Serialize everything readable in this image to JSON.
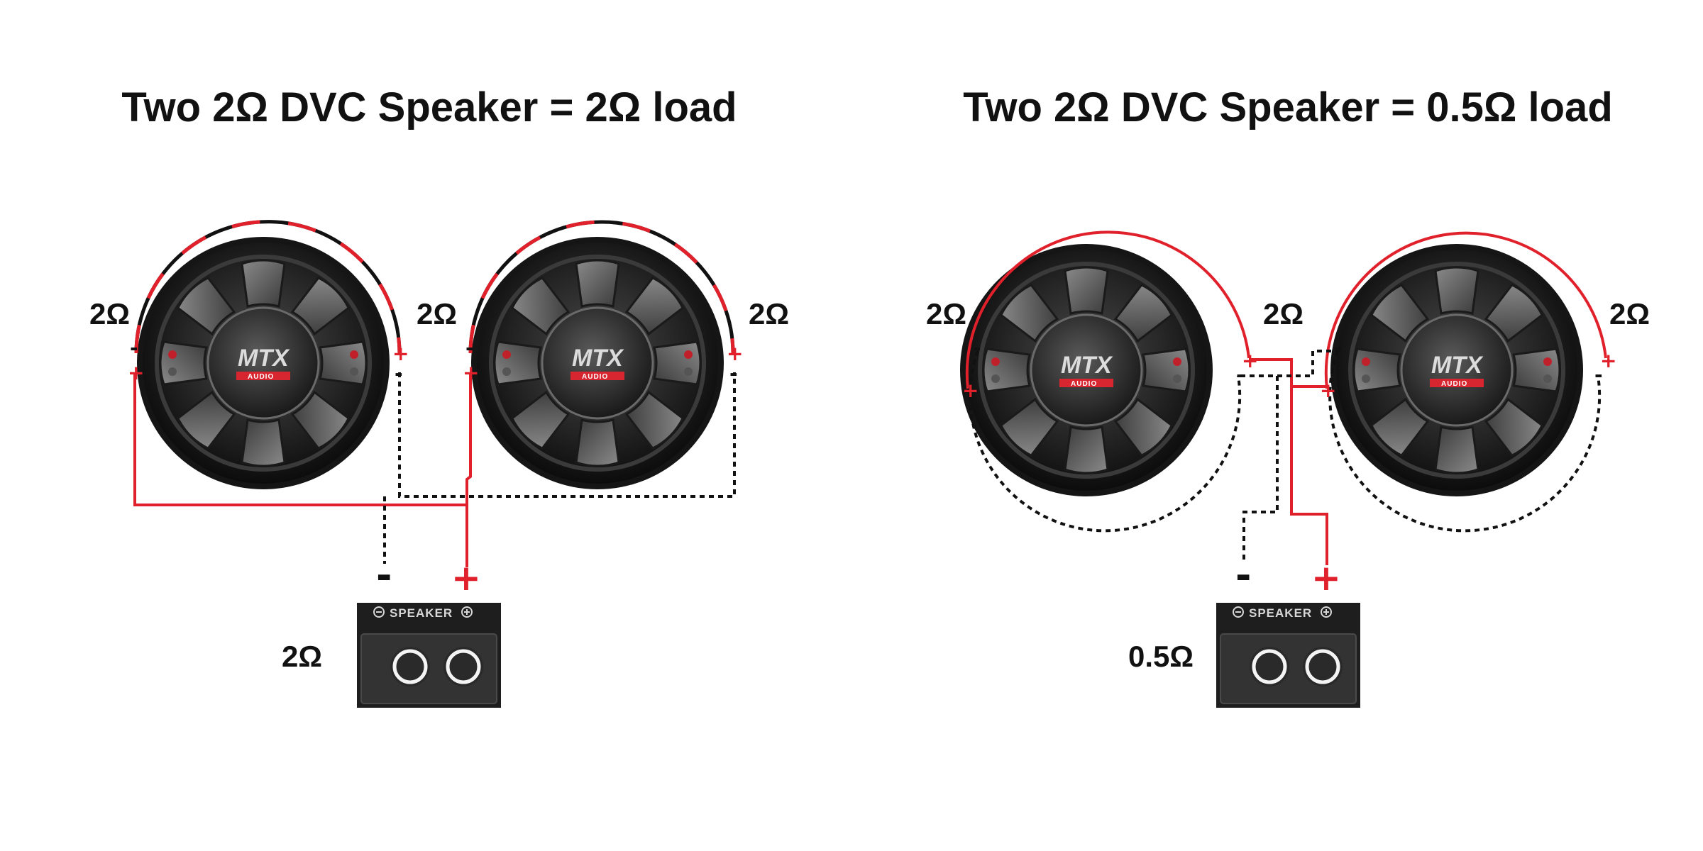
{
  "diagrams": [
    {
      "title": "Two 2Ω DVC Speaker = 2Ω load",
      "coil_labels": [
        "2Ω",
        "2Ω",
        "2Ω"
      ],
      "amp_load": "2Ω",
      "speaker_terminal_label": "SPEAKER",
      "amp_minus": "-",
      "amp_plus": "+"
    },
    {
      "title": "Two 2Ω DVC Speaker = 0.5Ω load",
      "coil_labels": [
        "2Ω",
        "2Ω",
        "2Ω"
      ],
      "amp_load": "0.5Ω",
      "speaker_terminal_label": "SPEAKER",
      "amp_minus": "-",
      "amp_plus": "+"
    }
  ],
  "brand": {
    "logo": "MTX",
    "sub": "AUDIO"
  },
  "colors": {
    "positive_wire": "#e0202a",
    "negative_wire": "#111111",
    "speaker_body": "#2a2a2a"
  }
}
